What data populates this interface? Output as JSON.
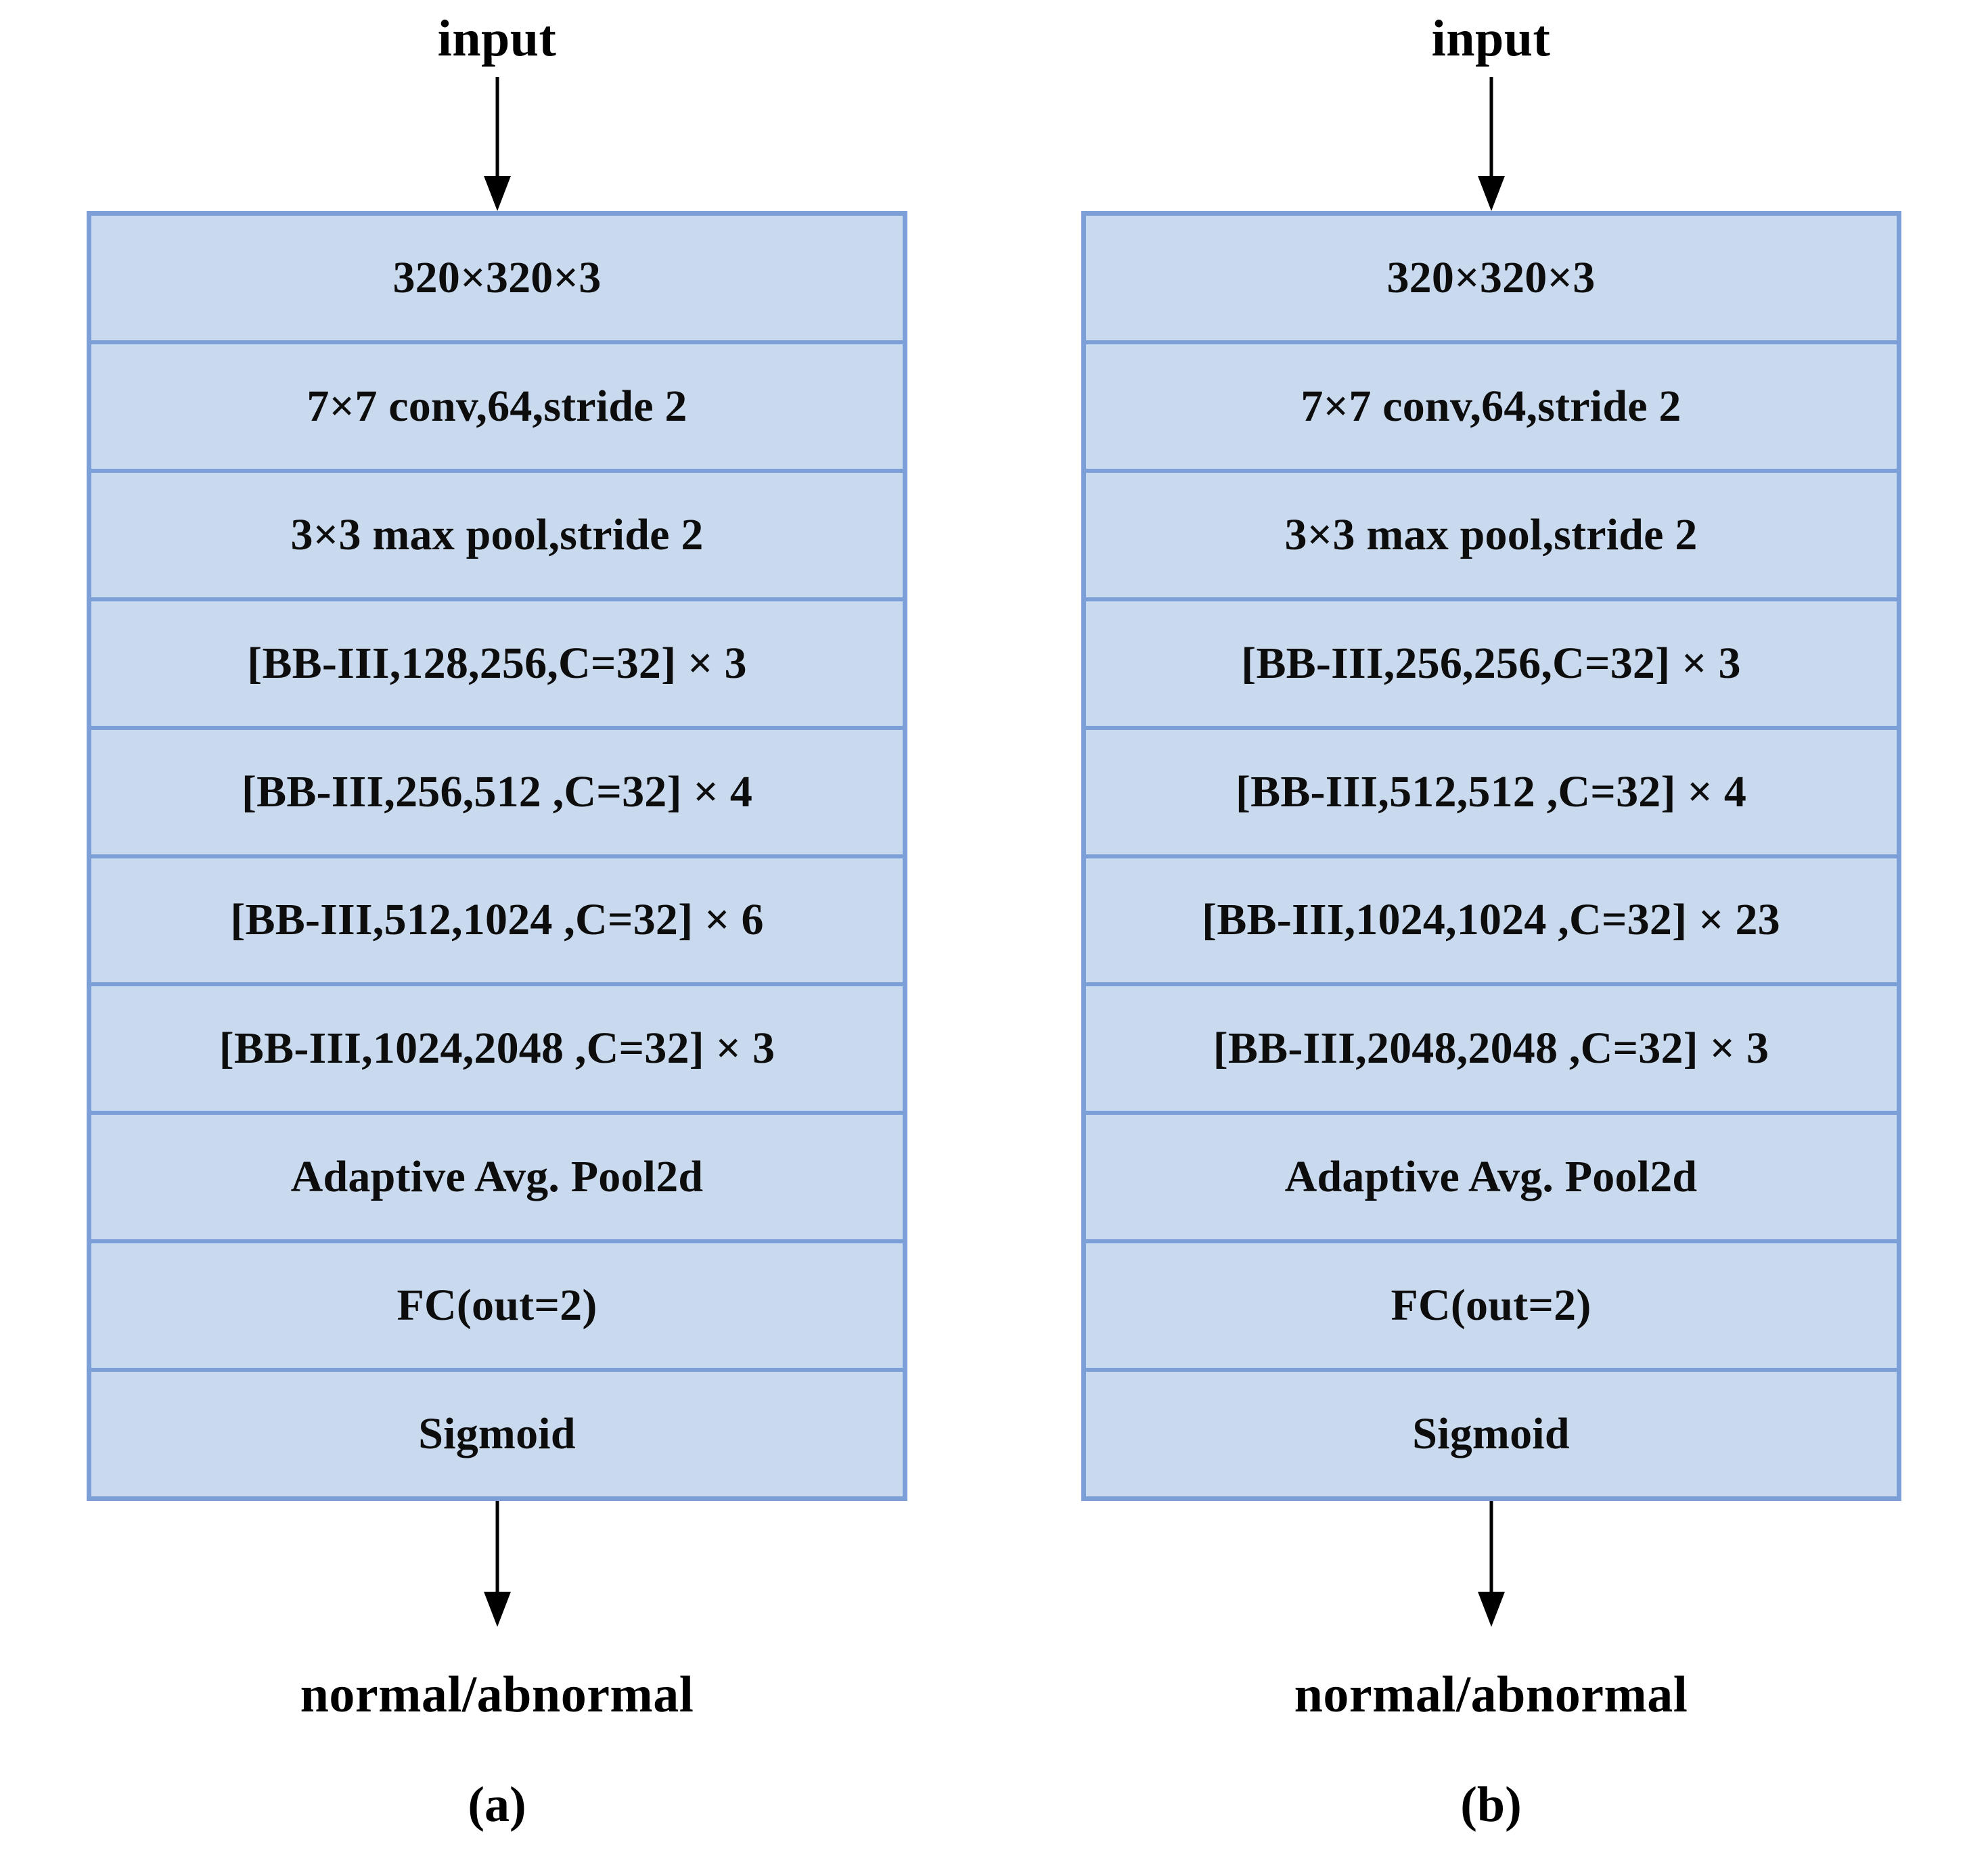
{
  "figure": {
    "colors": {
      "box_fill": "#c9d9ee",
      "box_border": "#7b9fd6",
      "text": "#000000",
      "background": "#ffffff"
    },
    "panels": [
      {
        "caption": "(a)",
        "input_label": "input",
        "output_label": "normal/abnormal",
        "layers": [
          "320×320×3",
          "7×7 conv,64,stride 2",
          "3×3 max pool,stride  2",
          "[BB-III,128,256,C=32] × 3",
          "[BB-III,256,512 ,C=32] × 4",
          "[BB-III,512,1024 ,C=32] × 6",
          "[BB-III,1024,2048 ,C=32] × 3",
          "Adaptive Avg. Pool2d",
          "FC(out=2)",
          "Sigmoid"
        ]
      },
      {
        "caption": "(b)",
        "input_label": "input",
        "output_label": "normal/abnormal",
        "layers": [
          "320×320×3",
          "7×7 conv,64,stride 2",
          "3×3 max pool,stride  2",
          "[BB-III,256,256,C=32] × 3",
          "[BB-III,512,512 ,C=32] × 4",
          "[BB-III,1024,1024 ,C=32] × 23",
          "[BB-III,2048,2048 ,C=32] × 3",
          "Adaptive Avg. Pool2d",
          "FC(out=2)",
          "Sigmoid"
        ]
      }
    ]
  }
}
